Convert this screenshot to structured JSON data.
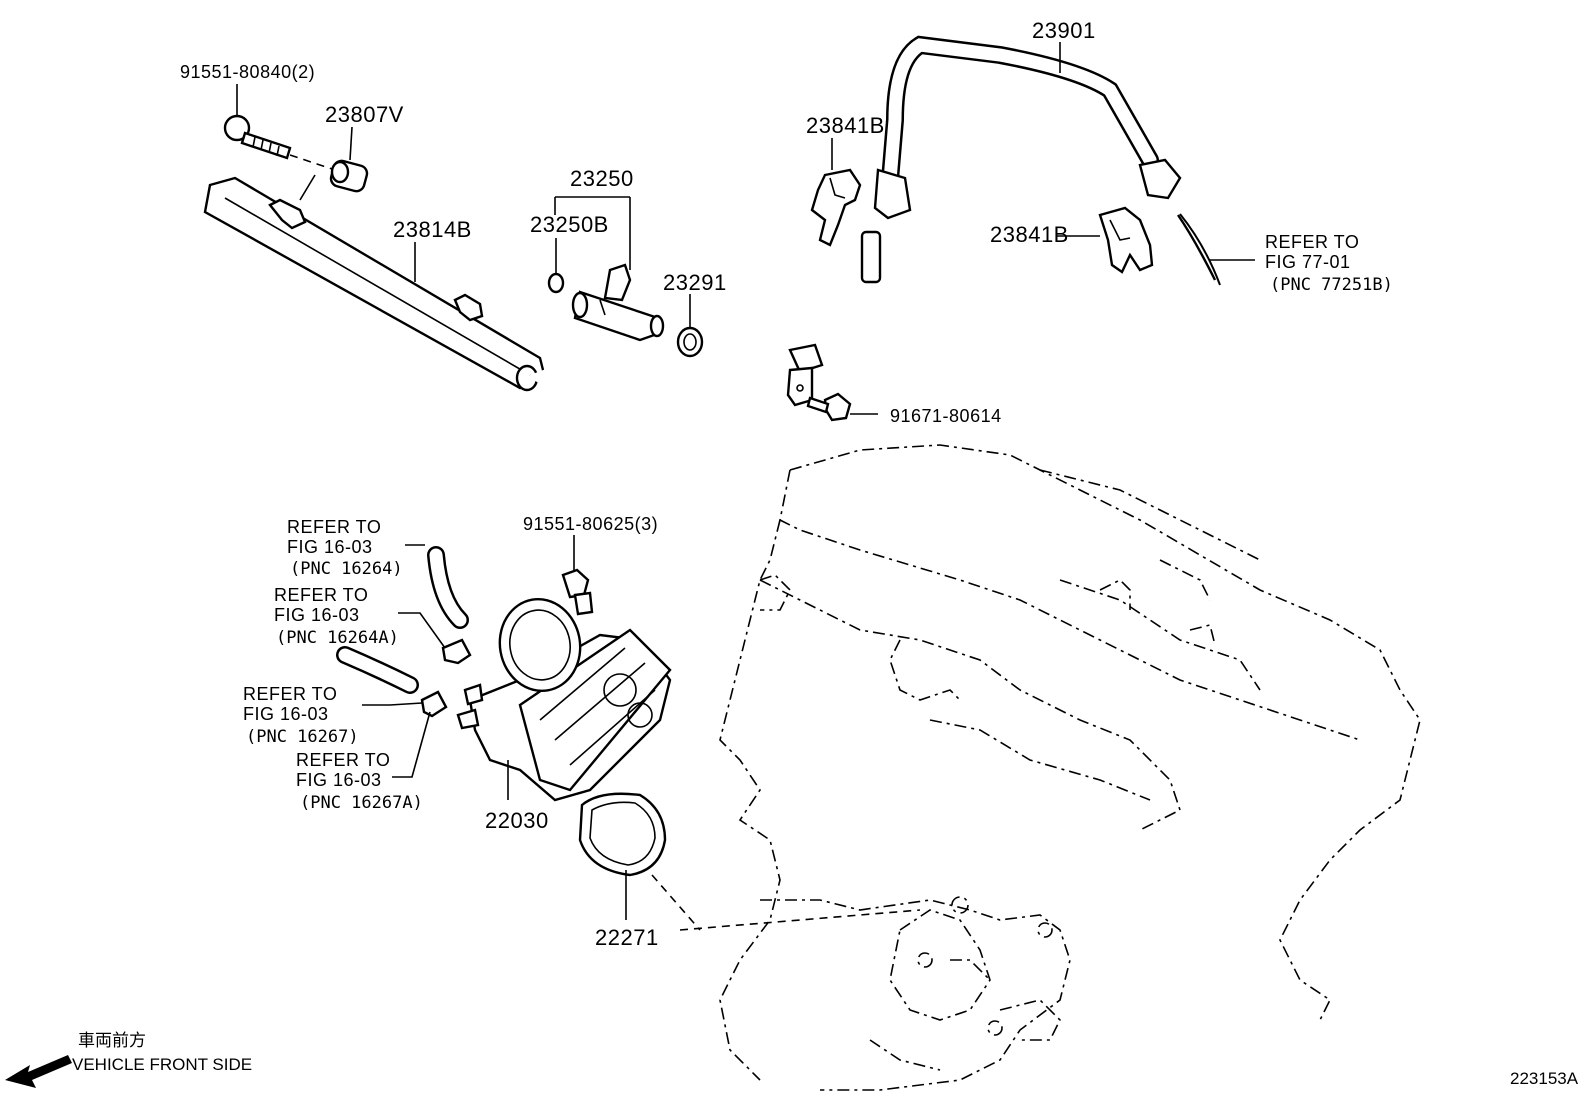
{
  "diagram": {
    "part_numbers": {
      "bolt_injector_rail": "91551-80840(2)",
      "insulator": "23807V",
      "delivery_pipe": "23814B",
      "injector_assy": "23250",
      "o_ring": "23250B",
      "injector_insulator": "23291",
      "fuel_hose": "23901",
      "clip_left": "23841B",
      "clip_right": "23841B",
      "bolt_pipe": "91671-80614",
      "bolt_throttle": "91551-80625(3)",
      "throttle_body": "22030",
      "gasket": "22271"
    },
    "refs": {
      "fig77": {
        "line1": "REFER TO",
        "line2": "FIG 77-01",
        "line3": "(PNC 77251B)"
      },
      "ref16264": {
        "line1": "REFER TO",
        "line2": "FIG 16-03",
        "line3": "(PNC 16264)"
      },
      "ref16264a": {
        "line1": "REFER TO",
        "line2": "FIG 16-03",
        "line3": "(PNC 16264A)"
      },
      "ref16267": {
        "line1": "REFER TO",
        "line2": "FIG 16-03",
        "line3": "(PNC 16267)"
      },
      "ref16267a": {
        "line1": "REFER TO",
        "line2": "FIG 16-03",
        "line3": "(PNC 16267A)"
      }
    },
    "direction": {
      "japanese": "車両前方",
      "english": "VEHICLE FRONT SIDE"
    },
    "figure_code": "223153A"
  }
}
